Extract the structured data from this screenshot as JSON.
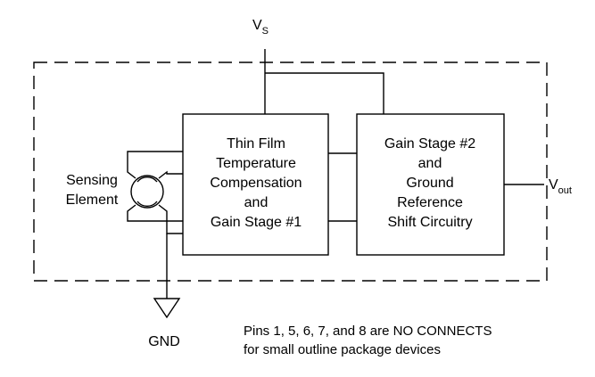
{
  "supply": {
    "main": "V",
    "sub": "S"
  },
  "output": {
    "main": "V",
    "sub": "out"
  },
  "ground": "GND",
  "sensing_element": [
    "Sensing",
    "Element"
  ],
  "block1": [
    "Thin Film",
    "Temperature",
    "Compensation",
    "and",
    "Gain Stage #1"
  ],
  "block2": [
    "Gain Stage #2",
    "and",
    "Ground",
    "Reference",
    "Shift Circuitry"
  ],
  "note": [
    "Pins 1, 5, 6, 7, and 8 are NO CONNECTS",
    "for small outline package devices"
  ]
}
